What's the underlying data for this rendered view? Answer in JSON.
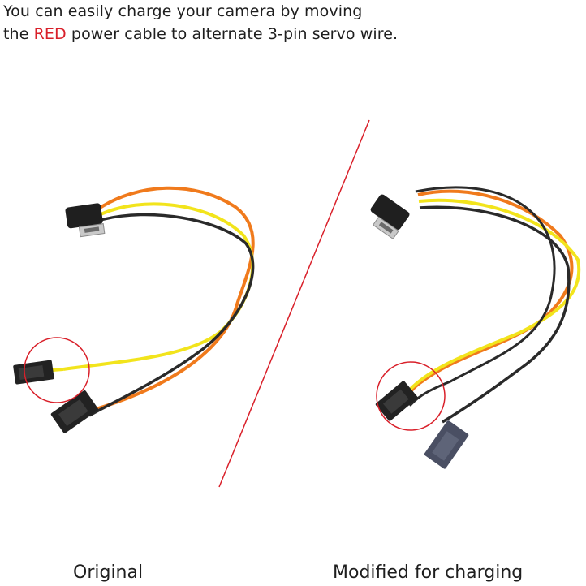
{
  "headline": {
    "line1": "You can easily charge your camera by moving",
    "line2_before": "the ",
    "line2_highlight": "RED",
    "line2_after": " power cable to alternate 3-pin servo wire."
  },
  "captions": {
    "left": "Original",
    "right": "Modified for charging"
  },
  "colors": {
    "highlight": "#d9202a",
    "circle": "#d9202a",
    "divider": "#d9202a",
    "wire_yellow": "#f2e41c",
    "wire_orange": "#f07a1c",
    "wire_black": "#2a2a2a"
  },
  "icons": {
    "connector": "micro-usb-connector",
    "servo_plug": "servo-3pin-plug"
  }
}
